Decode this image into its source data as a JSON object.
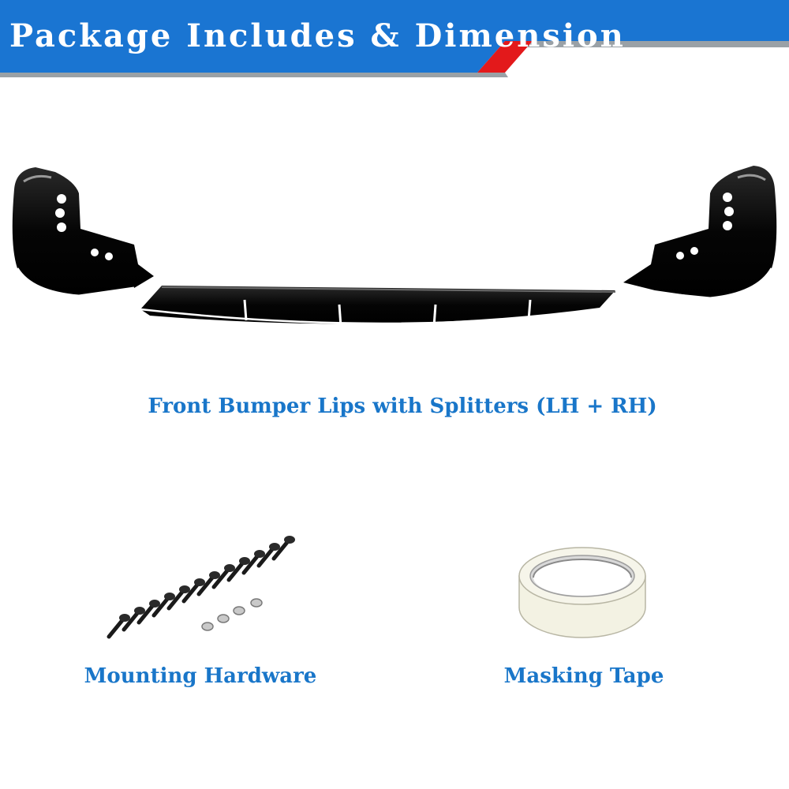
{
  "header": {
    "title": "Package Includes & Dimension",
    "colors": {
      "blue": "#1a75d2",
      "red": "#e3191b",
      "grey": "#9aa1a6"
    }
  },
  "items": {
    "bumper_lip": {
      "caption": "Front Bumper Lips with Splitters (LH + RH)",
      "icon": "bumper-lip-image"
    },
    "mounting_hardware": {
      "caption": "Mounting Hardware",
      "icon": "screws-image"
    },
    "masking_tape": {
      "caption": "Masking Tape",
      "icon": "tape-roll-image"
    }
  },
  "caption_color": "#1976c9"
}
